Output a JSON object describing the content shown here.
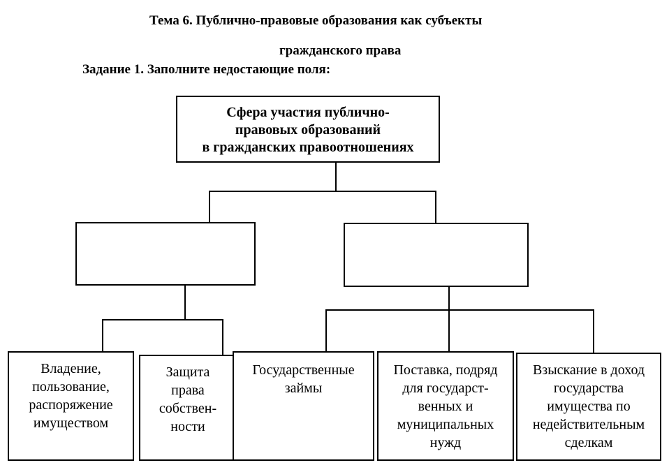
{
  "heading": {
    "line1": "Тема 6. Публично-правовые образования как субъекты",
    "line2": "гражданского права",
    "task": "Задание 1. Заполните недостающие поля:"
  },
  "diagram": {
    "root": "Сфера участия публично-\nправовых образований\nв гражданских правоотношениях",
    "left_branch": "",
    "right_branch": "",
    "leaves": [
      "Владение,\nпользование,\nраспоряжение\nимуществом",
      "Защита\nправа\nсобствен-\nности",
      "Государственные\nзаймы",
      "Поставка, подряд\nдля государст-\nвенных и\nмуниципальных\nнужд",
      "Взыскание в доход\nгосударства\nимущества по\nнедействительным\nсделкам"
    ]
  }
}
